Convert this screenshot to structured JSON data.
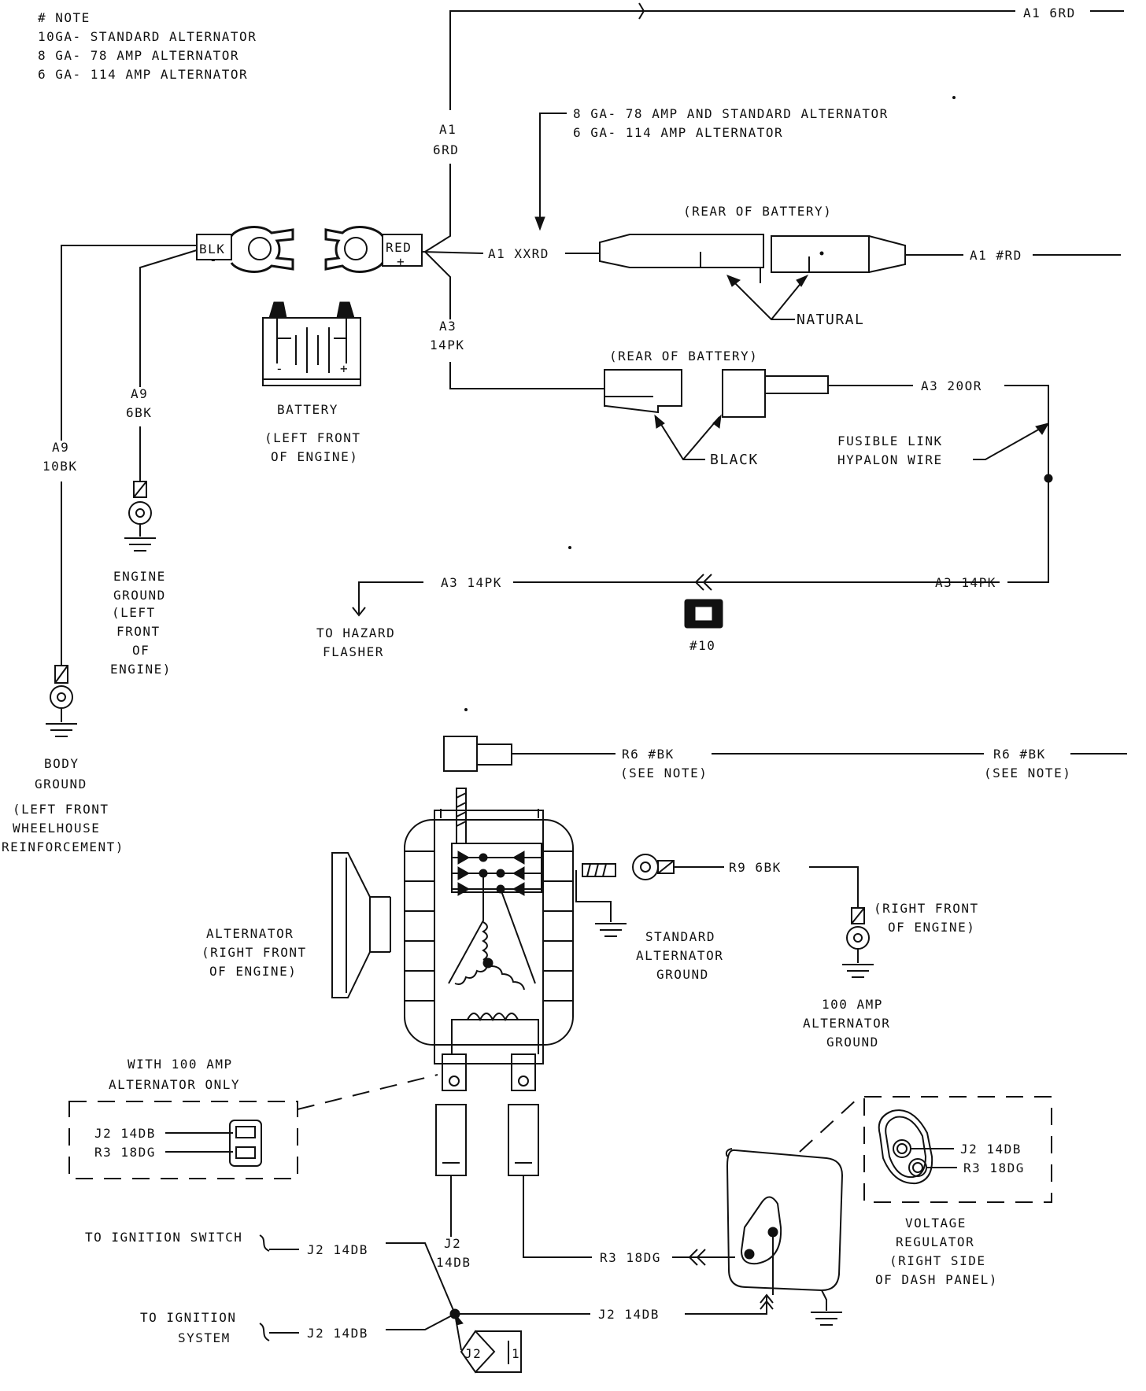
{
  "note": {
    "title": "# NOTE",
    "lines": [
      "10GA- STANDARD ALTERNATOR",
      "8 GA- 78 AMP ALTERNATOR",
      "6 GA- 114 AMP ALTERNATOR"
    ]
  },
  "wires": {
    "a1_top": "A1 6RD",
    "a1_vert_1": "A1",
    "a1_vert_2": "6RD",
    "gauge_note_1": "8 GA- 78 AMP AND STANDARD ALTERNATOR",
    "gauge_note_2": "6 GA- 114 AMP ALTERNATOR",
    "a1_xxrd": "A1 XXRD",
    "a1_rd": "A1 #RD",
    "a3_vert_1": "A3",
    "a3_vert_2": "14PK",
    "a3_20or": "A3 20OR",
    "a3_14pk_left": "A3 14PK",
    "a3_14pk_right": "A3 14PK",
    "a9_6bk_1": "A9",
    "a9_6bk_2": "6BK",
    "a9_10bk_1": "A9",
    "a9_10bk_2": "10BK",
    "r6_left": "R6 #BK",
    "r6_left_note": "(SEE NOTE)",
    "r6_right": "R6 #BK",
    "r6_right_note": "(SEE NOTE)",
    "r9": "R9 6BK",
    "j2_switch": "J2 14DB",
    "j2_vert_1": "J2",
    "j2_vert_2": "14DB",
    "j2_system": "J2 14DB",
    "j2_reg": "J2 14DB",
    "r3_reg": "R3 18DG",
    "inset_j2": "J2 14DB",
    "inset_r3": "R3 18DG",
    "reg_j2": "J2 14DB",
    "reg_r3": "R3 18DG"
  },
  "battery": {
    "blk": "BLK",
    "blk_sign": "-",
    "red": "RED",
    "red_sign": "+",
    "label": "BATTERY",
    "loc_1": "(LEFT FRONT",
    "loc_2": "OF ENGINE)",
    "minus": "-",
    "plus": "+"
  },
  "connectors": {
    "rear_top": "(REAR OF BATTERY)",
    "natural": "NATURAL",
    "rear_mid": "(REAR OF BATTERY)",
    "black": "BLACK",
    "fusible_1": "FUSIBLE LINK",
    "fusible_2": "HYPALON WIRE",
    "hazard_1": "TO HAZARD",
    "hazard_2": "FLASHER",
    "conn10": "#10"
  },
  "grounds": {
    "engine": [
      "ENGINE",
      "GROUND",
      "(LEFT",
      "FRONT",
      "OF",
      "ENGINE)"
    ],
    "body": [
      "BODY",
      "GROUND",
      "(LEFT FRONT",
      "WHEELHOUSE",
      "REINFORCEMENT)"
    ],
    "standard": [
      "STANDARD",
      "ALTERNATOR",
      "GROUND"
    ],
    "right_front": [
      "(RIGHT FRONT",
      "OF ENGINE)"
    ],
    "amp100": [
      "100 AMP",
      "ALTERNATOR",
      "GROUND"
    ]
  },
  "alternator": {
    "label": [
      "ALTERNATOR",
      "(RIGHT FRONT",
      "OF ENGINE)"
    ],
    "with100": [
      "WITH 100 AMP",
      "ALTERNATOR ONLY"
    ]
  },
  "regulator": {
    "label": [
      "VOLTAGE",
      "REGULATOR",
      "(RIGHT SIDE",
      "OF DASH PANEL)"
    ]
  },
  "ignition": {
    "switch": "TO IGNITION SWITCH",
    "system_1": "TO IGNITION",
    "system_2": "SYSTEM",
    "splice": "J2",
    "splice_num": "1"
  }
}
